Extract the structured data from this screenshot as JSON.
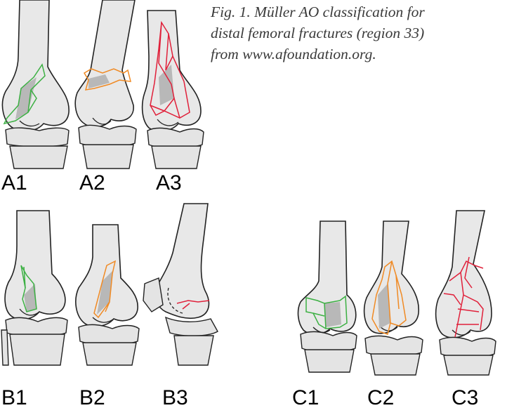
{
  "caption": {
    "line1": "Fig. 1. Müller AO classification for",
    "line2": "distal femoral fractures (region 33)",
    "line3": "from www.afoundation.org."
  },
  "labels": {
    "a1": "A1",
    "a2": "A2",
    "a3": "A3",
    "b1": "B1",
    "b2": "B2",
    "b3": "B3",
    "c1": "C1",
    "c2": "C2",
    "c3": "C3"
  },
  "colors": {
    "bone_fill": "#e8e8e8",
    "outline": "#222222",
    "fracture_green": "#3cb043",
    "fracture_orange": "#f08a24",
    "fracture_red": "#e0203a",
    "fragment_gray": "#b8b8b8"
  }
}
